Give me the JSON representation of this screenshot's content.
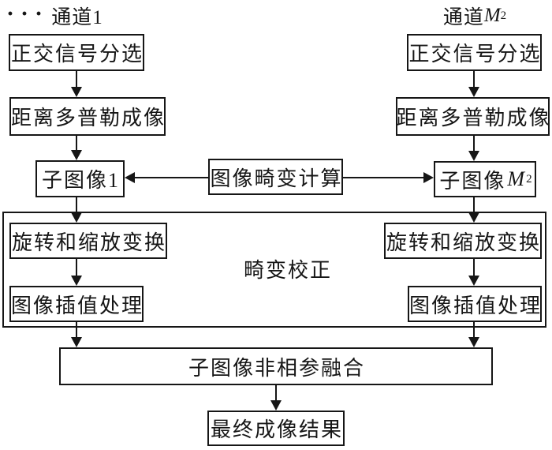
{
  "labels": {
    "channel_left": "通道1",
    "ellipsis": "···",
    "channel_right_prefix": "通道",
    "channel_var": "M",
    "channel_var_sup": "2"
  },
  "boxes": {
    "orthogonal_sorting": "正交信号分选",
    "range_doppler": "距离多普勒成像",
    "subimage_left": "子图像1",
    "distortion_calc": "图像畸变计算",
    "subimage_right_prefix": "子图像",
    "rotation_scaling": "旋转和缩放变换",
    "distortion_correction": "畸变校正",
    "interpolation": "图像插值处理",
    "fusion": "子图像非相参融合",
    "final_result": "最终成像结果"
  },
  "colors": {
    "ink": "#161616",
    "background": "#ffffff"
  }
}
